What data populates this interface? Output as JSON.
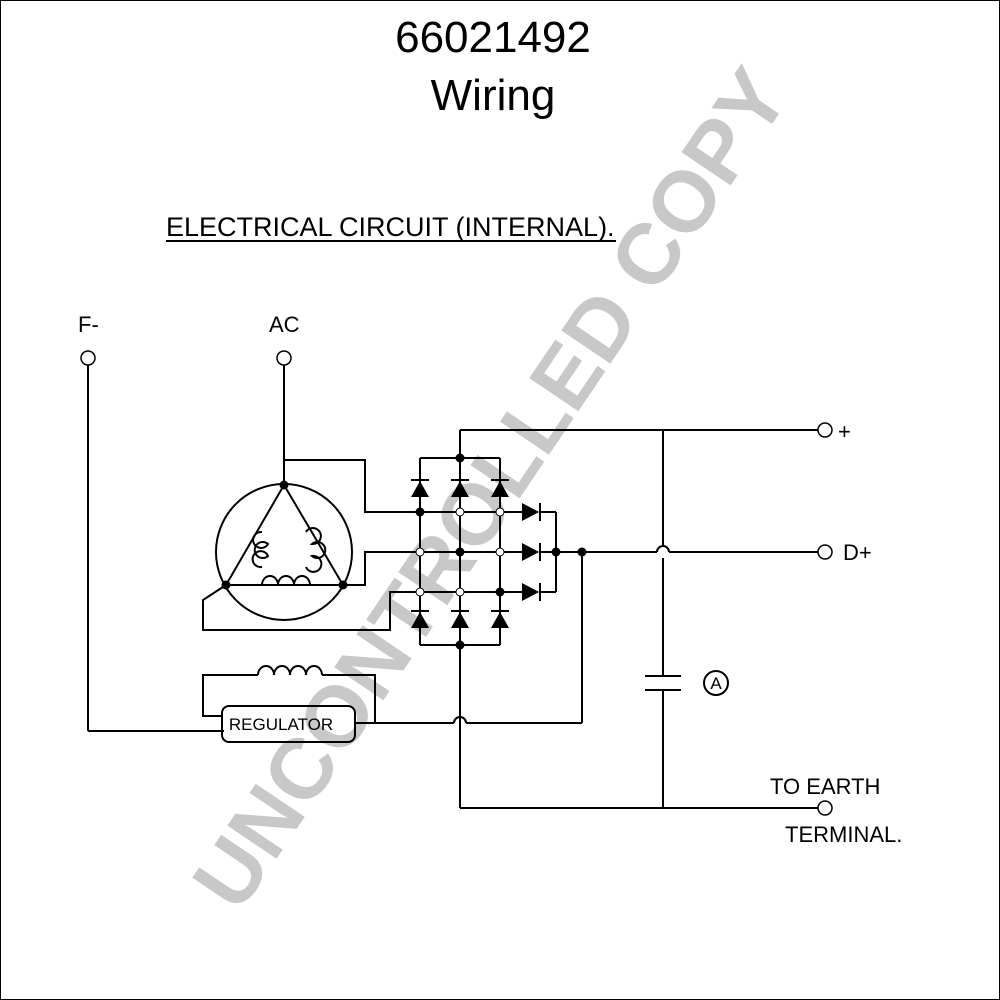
{
  "title": {
    "line1": "66021492",
    "line2": "Wiring"
  },
  "heading": "ELECTRICAL CIRCUIT (INTERNAL).",
  "watermark": "UNCONTROLLED COPY",
  "terminals": {
    "f_minus": "F-",
    "ac": "AC",
    "plus": "+",
    "d_plus": "D+",
    "earth_line1": "TO EARTH",
    "earth_line2": "TERMINAL."
  },
  "regulator": "REGULATOR",
  "capacitor_marker": "A"
}
